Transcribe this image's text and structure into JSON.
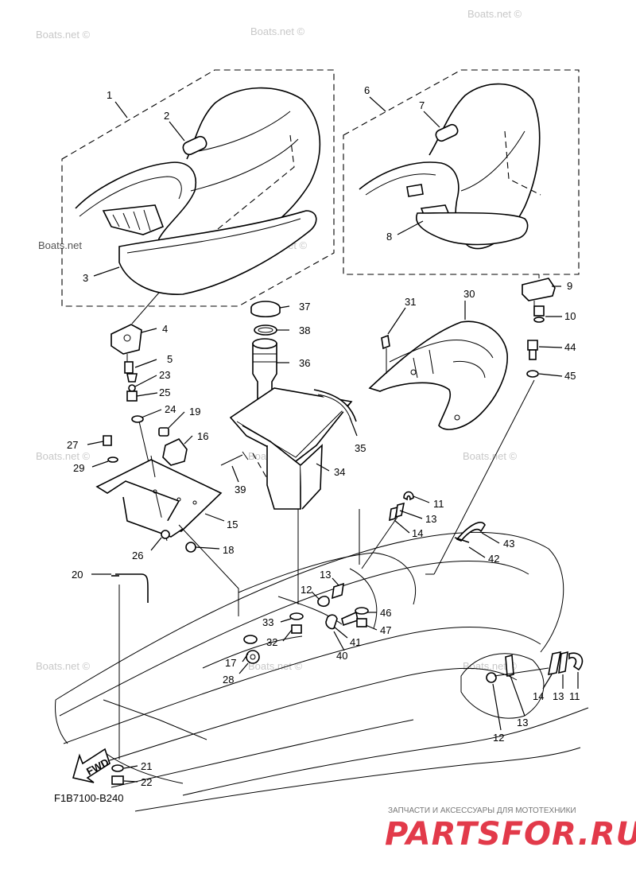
{
  "watermark": "Boats.net ©",
  "watermark_short": "Boats.net",
  "figure_code": "F1B7100-B240",
  "fwd_label": "FWD",
  "brand": {
    "tagline": "ЗАПЧАСТИ И АКСЕССУАРЫ ДЛЯ МОТОТЕХНИКИ",
    "logo": "PARTSFOR.RU"
  },
  "callouts": {
    "c1": "1",
    "c2": "2",
    "c3": "3",
    "c4": "4",
    "c5": "5",
    "c6": "6",
    "c7": "7",
    "c8": "8",
    "c9": "9",
    "c10": "10",
    "c11a": "11",
    "c11b": "11",
    "c12a": "12",
    "c12b": "12",
    "c13a": "13",
    "c13b": "13",
    "c13c": "13",
    "c13d": "13",
    "c14a": "14",
    "c14b": "14",
    "c15": "15",
    "c16": "16",
    "c17": "17",
    "c18": "18",
    "c19": "19",
    "c20": "20",
    "c21": "21",
    "c22": "22",
    "c23": "23",
    "c24": "24",
    "c25": "25",
    "c26": "26",
    "c27": "27",
    "c28": "28",
    "c29": "29",
    "c30": "30",
    "c31": "31",
    "c32": "32",
    "c33": "33",
    "c34": "34",
    "c35": "35",
    "c36": "36",
    "c37": "37",
    "c38": "38",
    "c39": "39",
    "c40": "40",
    "c41": "41",
    "c42": "42",
    "c43": "43",
    "c44": "44",
    "c45": "45",
    "c46": "46",
    "c47": "47"
  },
  "colors": {
    "line": "#000000",
    "watermark": "#c8c8c8",
    "brand_red": "#e23a4a"
  }
}
